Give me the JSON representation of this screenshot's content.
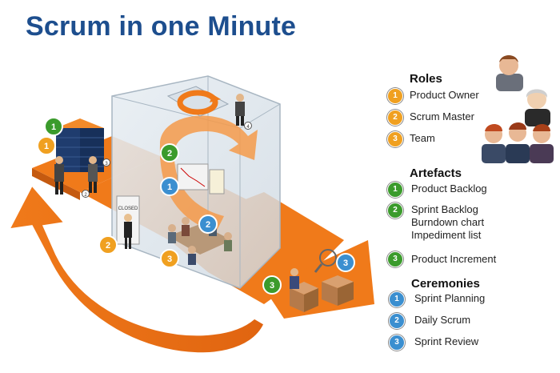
{
  "title": "Scrum in one Minute",
  "colors": {
    "title": "#1d4e8e",
    "role_badge": "#f0a020",
    "artefact_badge": "#3b9b2c",
    "ceremony_badge": "#3b8fd0",
    "arrow": "#f07a1a"
  },
  "roles": {
    "heading": "Roles",
    "items": [
      {
        "num": "1",
        "label": "Product Owner"
      },
      {
        "num": "2",
        "label": "Scrum Master"
      },
      {
        "num": "3",
        "label": "Team"
      }
    ]
  },
  "artefacts": {
    "heading": "Artefacts",
    "items": [
      {
        "num": "1",
        "lines": [
          "Product Backlog"
        ]
      },
      {
        "num": "2",
        "lines": [
          "Sprint Backlog",
          "Burndown chart",
          "Impediment list"
        ]
      },
      {
        "num": "3",
        "lines": [
          "Product Increment"
        ]
      }
    ]
  },
  "ceremonies": {
    "heading": "Ceremonies",
    "items": [
      {
        "num": "1",
        "label": "Sprint Planning"
      },
      {
        "num": "2",
        "label": "Daily Scrum"
      },
      {
        "num": "3",
        "label": "Sprint Review"
      }
    ]
  },
  "scene_badges": {
    "po_green": "1",
    "po_orange": "1",
    "sprint_green": "2",
    "planning_blue": "1",
    "sm_orange": "2",
    "team_orange": "3",
    "daily_blue": "2",
    "increment_green": "3",
    "review_blue": "3"
  },
  "small_markers": {
    "m2": "2",
    "m3": "3",
    "m4": "4"
  },
  "board_sign": "CLOSED"
}
